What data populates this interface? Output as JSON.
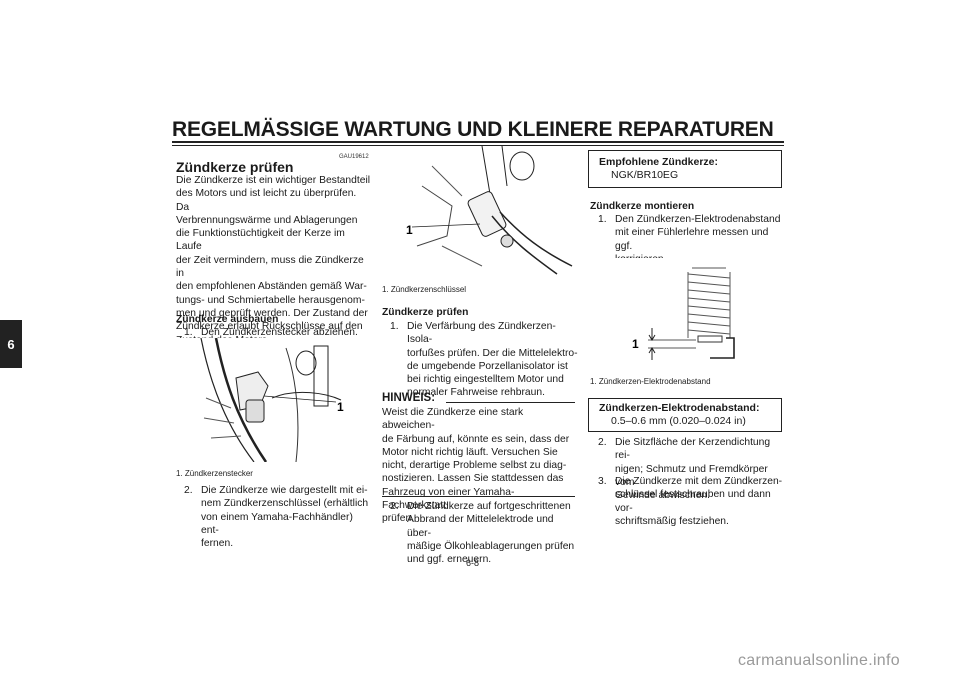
{
  "header": {
    "title": "REGELMÄSSIGE WARTUNG UND KLEINERE REPARATUREN"
  },
  "side_tab": {
    "label": "6"
  },
  "col1": {
    "code": "GAU19612",
    "heading": "Zündkerze prüfen",
    "intro": [
      "Die Zündkerze ist ein wichtiger Bestandteil",
      "des Motors und ist leicht zu überprüfen. Da",
      "Verbrennungswärme und Ablagerungen",
      "die Funktionstüchtigkeit der Kerze im Laufe",
      "der Zeit vermindern, muss die Zündkerze in",
      "den empfohlenen Abständen gemäß War-",
      "tungs- und Schmiertabelle herausgenom-",
      "men und geprüft werden. Der Zustand der",
      "Zündkerze erlaubt Rückschlüsse auf den",
      "Zustand des Motors."
    ],
    "subheading": "Zündkerze ausbauen",
    "step1": {
      "num": "1.",
      "text": "Den Zündkerzenstecker abziehen."
    },
    "figure_label": "1",
    "caption": "1.  Zündkerzenstecker",
    "step2": {
      "num": "2.",
      "lines": [
        "Die Zündkerze wie dargestellt mit ei-",
        "nem Zündkerzenschlüssel (erhältlich",
        "von einem Yamaha-Fachhändler) ent-",
        "fernen."
      ]
    }
  },
  "col2": {
    "figure_label": "1",
    "caption": "1.  Zündkerzenschlüssel",
    "subheading": "Zündkerze prüfen",
    "step1": {
      "num": "1.",
      "lines": [
        "Die Verfärbung des Zündkerzen-Isola-",
        "torfußes prüfen. Der die Mittelelektro-",
        "de umgebende Porzellanisolator ist",
        "bei richtig eingestelltem Motor und",
        "normaler Fahrweise rehbraun."
      ]
    },
    "note_title": "HINWEIS:",
    "note_lines": [
      "Weist die Zündkerze eine stark abweichen-",
      "de Färbung auf, könnte es sein, dass der",
      "Motor nicht richtig läuft. Versuchen Sie",
      "nicht, derartige Probleme selbst zu diag-",
      "nostizieren. Lassen Sie stattdessen das",
      "Fahrzeug von einer Yamaha-Fachwerkstatt",
      "prüfen."
    ],
    "step2": {
      "num": "2.",
      "lines": [
        "Die Zündkerze auf fortgeschrittenen",
        "Abbrand der Mittelelektrode und über-",
        "mäßige Ölkohleablagerungen prüfen",
        "und ggf. erneuern."
      ]
    }
  },
  "col3": {
    "spec1_label": "Empfohlene Zündkerze:",
    "spec1_value": "NGK/BR10EG",
    "subheading": "Zündkerze montieren",
    "step1": {
      "num": "1.",
      "lines": [
        "Den Zündkerzen-Elektrodenabstand",
        "mit einer Fühlerlehre messen und ggf.",
        "korrigieren."
      ]
    },
    "figure_label": "1",
    "caption": "1.  Zündkerzen-Elektrodenabstand",
    "spec2_label": "Zündkerzen-Elektrodenabstand:",
    "spec2_value": "0.5–0.6 mm (0.020–0.024 in)",
    "step2": {
      "num": "2.",
      "lines": [
        "Die Sitzfläche der Kerzendichtung rei-",
        "nigen; Schmutz und Fremdkörper vom",
        "Gewinde abwischen."
      ]
    },
    "step3": {
      "num": "3.",
      "lines": [
        "Die Zündkerze mit dem Zündkerzen-",
        "schlüssel festschrauben und dann vor-",
        "schriftsmäßig festziehen."
      ]
    }
  },
  "footer": {
    "page": "6-8",
    "watermark": "carmanualsonline.info"
  }
}
